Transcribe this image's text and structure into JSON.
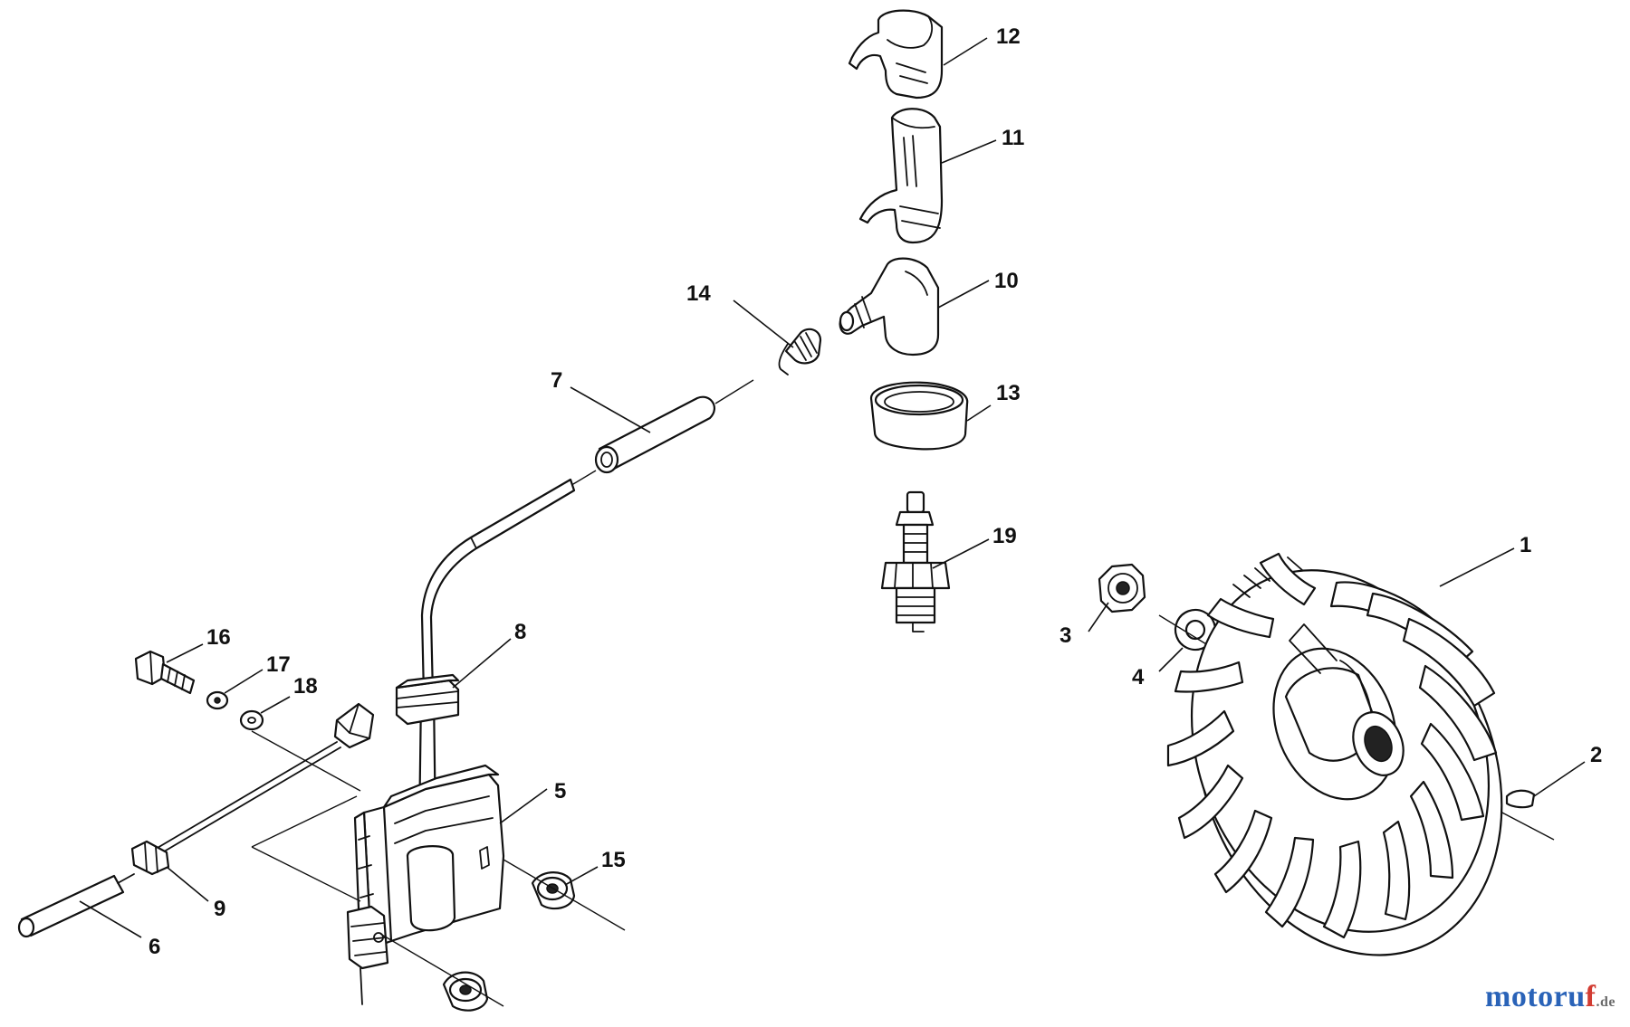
{
  "diagram": {
    "callouts": [
      "1",
      "2",
      "3",
      "4",
      "5",
      "6",
      "7",
      "8",
      "9",
      "10",
      "11",
      "12",
      "13",
      "14",
      "15",
      "16",
      "17",
      "18",
      "19"
    ]
  },
  "watermark": {
    "main": "motoru",
    "accent": "f",
    "tld": ".de"
  }
}
